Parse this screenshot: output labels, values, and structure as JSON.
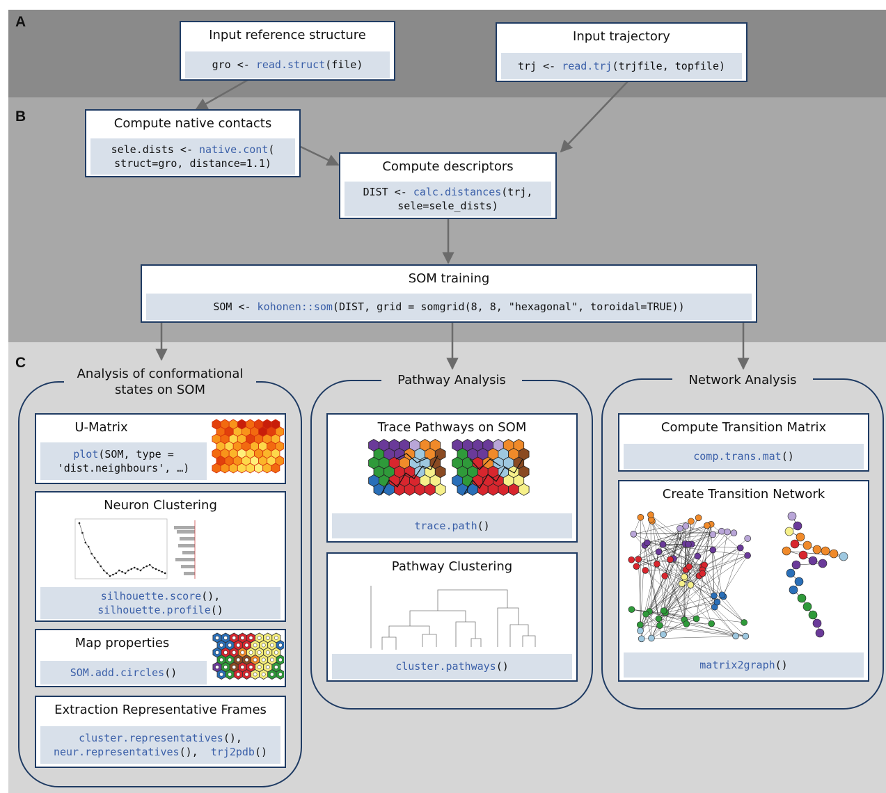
{
  "sections": {
    "a": "A",
    "b": "B",
    "c": "C"
  },
  "input_ref": {
    "title": "Input reference structure",
    "code": [
      {
        "pre": "gro <- ",
        "fn": "read.struct",
        "post": "(file)"
      }
    ]
  },
  "input_traj": {
    "title": "Input trajectory",
    "code": [
      {
        "pre": "trj <- ",
        "fn": "read.trj",
        "post": "(trjfile, topfile)"
      }
    ]
  },
  "native": {
    "title": "Compute native contacts",
    "code": [
      {
        "pre": "sele.dists <- ",
        "fn": "native.cont",
        "post": "("
      },
      {
        "pre": "struct=gro, distance=1.1)",
        "fn": "",
        "post": ""
      }
    ]
  },
  "descriptors": {
    "title": "Compute descriptors",
    "code": [
      {
        "pre": "DIST <- ",
        "fn": "calc.distances",
        "post": "(trj,"
      },
      {
        "pre": "sele=sele_dists)",
        "fn": "",
        "post": ""
      }
    ]
  },
  "som": {
    "title": "SOM training",
    "code": [
      {
        "pre": "SOM <- ",
        "fn": "kohonen::som",
        "post": "(DIST, grid = somgrid(8, 8, \"hexagonal\", toroidal=TRUE))"
      }
    ]
  },
  "panel_states": {
    "title_line1": "Analysis of conformational",
    "title_line2": "states on SOM",
    "umatrix": {
      "title": "U-Matrix",
      "code": [
        {
          "pre": "",
          "fn": "plot",
          "post": "(SOM, type ="
        },
        {
          "pre": "'dist.neighbours', …)",
          "fn": "",
          "post": ""
        }
      ]
    },
    "neuron": {
      "title": "Neuron Clustering",
      "code": [
        {
          "pre": "",
          "fn": "silhouette.score",
          "post": "(),"
        },
        {
          "pre": "",
          "fn": "silhouette.profile",
          "post": "()"
        }
      ]
    },
    "mapprops": {
      "title": "Map properties",
      "code": [
        {
          "pre": "",
          "fn": "SOM.add.circles",
          "post": "()"
        }
      ]
    },
    "extraction": {
      "title": "Extraction Representative Frames",
      "code": [
        {
          "pre": "",
          "fn": "cluster.representatives",
          "post": "(),"
        },
        {
          "pre": "",
          "fn": "neur.representatives",
          "post": "(),  ",
          "fn2": "trj2pdb",
          "post2": "()"
        }
      ]
    }
  },
  "panel_pathway": {
    "title": "Pathway Analysis",
    "trace": {
      "title": "Trace Pathways on SOM",
      "code": [
        {
          "pre": "",
          "fn": "trace.path",
          "post": "()"
        }
      ]
    },
    "pclust": {
      "title": "Pathway Clustering",
      "code": [
        {
          "pre": "",
          "fn": "cluster.pathways",
          "post": "()"
        }
      ]
    }
  },
  "panel_network": {
    "title": "Network Analysis",
    "transmat": {
      "title": "Compute Transition Matrix",
      "code": [
        {
          "pre": "",
          "fn": "comp.trans.mat",
          "post": "()"
        }
      ]
    },
    "transnet": {
      "title": "Create Transition Network",
      "code": [
        {
          "pre": "",
          "fn": "matrix2graph",
          "post": "()"
        }
      ]
    }
  },
  "colors": {
    "border": "#1f3b63",
    "function": "#3a5fa8",
    "code_bg": "#d8e0ea",
    "arrow": "#6b6b6b"
  },
  "icons": {
    "umatrix_thumb": "hexagonal-heatmap",
    "silhouette_thumb": "line-and-bar-plots",
    "map_thumb": "hexagonal-cluster-map",
    "trace_thumb": "pathway-hexmaps",
    "dendrogram_thumb": "dendrogram",
    "network_thumb": "transition-network"
  }
}
